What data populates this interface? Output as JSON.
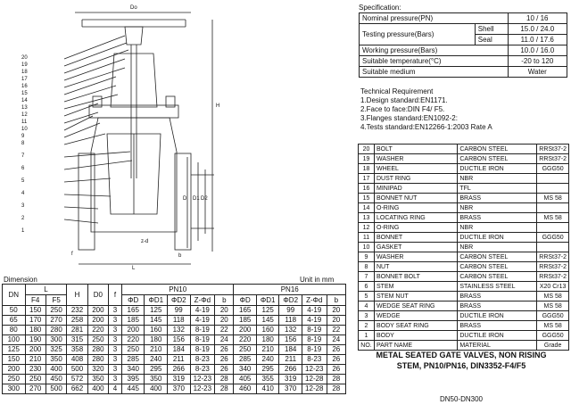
{
  "specification": {
    "title": "Specification:",
    "rows": [
      {
        "label": "Nominal pressure(PN)",
        "value": "10 / 16"
      },
      {
        "label": "Testing pressure(Bars)",
        "sub": "Shell",
        "value": "15.0 / 24.0"
      },
      {
        "label": "",
        "sub": "Seal",
        "value": "11.0 / 17.6"
      },
      {
        "label": "Working pressure(Bars)",
        "value": "10.0 / 16.0"
      },
      {
        "label": "Suitable temperature(°C)",
        "value": "-20 to 120"
      },
      {
        "label": "Suitable medium",
        "value": "Water"
      }
    ]
  },
  "technical": {
    "title": "Technical Requirement",
    "items": [
      "1.Design standard:EN1171.",
      "2.Face to face:DIN F4/ F5.",
      "3.Flanges standard:EN1092-2:",
      "4.Tests standard:EN12266-1:2003 Rate A"
    ]
  },
  "parts": {
    "rows": [
      [
        "20",
        "BOLT",
        "CARBON STEEL",
        "RRSt37-2"
      ],
      [
        "19",
        "WASHER",
        "CARBON STEEL",
        "RRSt37-2"
      ],
      [
        "18",
        "WHEEL",
        "DUCTILE IRON",
        "GGG50"
      ],
      [
        "17",
        "DUST RING",
        "NBR",
        ""
      ],
      [
        "16",
        "MINIPAD",
        "TFL",
        ""
      ],
      [
        "15",
        "BONNET NUT",
        "BRASS",
        "MS 58"
      ],
      [
        "14",
        "O-RING",
        "NBR",
        ""
      ],
      [
        "13",
        "LOCATING RING",
        "BRASS",
        "MS 58"
      ],
      [
        "12",
        "O-RING",
        "NBR",
        ""
      ],
      [
        "11",
        "BONNET",
        "DUCTILE IRON",
        "GGG50"
      ],
      [
        "10",
        "GASKET",
        "NBR",
        ""
      ],
      [
        "9",
        "WASHER",
        "CARBON STEEL",
        "RRSt37-2"
      ],
      [
        "8",
        "NUT",
        "CARBON STEEL",
        "RRSt37-2"
      ],
      [
        "7",
        "BONNET BOLT",
        "CARBON STEEL",
        "RRSt37-2"
      ],
      [
        "6",
        "STEM",
        "STAINLESS STEEL",
        "X20 Cr13"
      ],
      [
        "5",
        "STEM NUT",
        "BRASS",
        "MS 58"
      ],
      [
        "4",
        "WEDGE SEAT RING",
        "BRASS",
        "MS 58"
      ],
      [
        "3",
        "WEDGE",
        "DUCTILE IRON",
        "GGG50"
      ],
      [
        "2",
        "BODY SEAT RING",
        "BRASS",
        "MS 58"
      ],
      [
        "1",
        "BODY",
        "DUCTILE IRON",
        "GGG50"
      ],
      [
        "NO.",
        "PART NAME",
        "MATERIAL",
        "Grade"
      ]
    ]
  },
  "dimension": {
    "title": "Dimension",
    "unit": "Unit in mm",
    "header": {
      "dn": "DN",
      "l": "L",
      "f4": "F4",
      "f5": "F5",
      "h": "H",
      "d0": "D0",
      "f": "f",
      "pn10": "PN10",
      "pn16": "PN16",
      "sub": [
        "ΦD",
        "ΦD1",
        "ΦD2",
        "Z-Φd",
        "b"
      ]
    },
    "rows": [
      [
        "50",
        "150",
        "250",
        "232",
        "200",
        "3",
        "165",
        "125",
        "99",
        "4-19",
        "20",
        "165",
        "125",
        "99",
        "4-19",
        "20"
      ],
      [
        "65",
        "170",
        "270",
        "258",
        "200",
        "3",
        "185",
        "145",
        "118",
        "4-19",
        "20",
        "185",
        "145",
        "118",
        "4-19",
        "20"
      ],
      [
        "80",
        "180",
        "280",
        "281",
        "220",
        "3",
        "200",
        "160",
        "132",
        "8-19",
        "22",
        "200",
        "160",
        "132",
        "8-19",
        "22"
      ],
      [
        "100",
        "190",
        "300",
        "315",
        "250",
        "3",
        "220",
        "180",
        "156",
        "8-19",
        "24",
        "220",
        "180",
        "156",
        "8-19",
        "24"
      ],
      [
        "125",
        "200",
        "325",
        "358",
        "280",
        "3",
        "250",
        "210",
        "184",
        "8-19",
        "26",
        "250",
        "210",
        "184",
        "8-19",
        "26"
      ],
      [
        "150",
        "210",
        "350",
        "408",
        "280",
        "3",
        "285",
        "240",
        "211",
        "8-23",
        "26",
        "285",
        "240",
        "211",
        "8-23",
        "26"
      ],
      [
        "200",
        "230",
        "400",
        "500",
        "320",
        "3",
        "340",
        "295",
        "266",
        "8-23",
        "26",
        "340",
        "295",
        "266",
        "12-23",
        "26"
      ],
      [
        "250",
        "250",
        "450",
        "572",
        "350",
        "3",
        "395",
        "350",
        "319",
        "12-23",
        "28",
        "405",
        "355",
        "319",
        "12-28",
        "28"
      ],
      [
        "300",
        "270",
        "500",
        "662",
        "400",
        "4",
        "445",
        "400",
        "370",
        "12-23",
        "28",
        "460",
        "410",
        "370",
        "12-28",
        "28"
      ]
    ]
  },
  "title_block": {
    "line1": "METAL SEATED GATE VALVES, NON RISING",
    "line2": "STEM, PN10/PN16, DIN3352-F4/F5",
    "range": "DN50-DN300"
  },
  "drawing": {
    "labels": [
      "Do",
      "H",
      "L",
      "D",
      "D1",
      "D2",
      "f",
      "b",
      "z-d"
    ],
    "part_numbers": [
      "20",
      "19",
      "18",
      "17",
      "16",
      "15",
      "14",
      "13",
      "12",
      "11",
      "10",
      "9",
      "8",
      "7",
      "6",
      "5",
      "4",
      "3",
      "2",
      "1"
    ]
  }
}
